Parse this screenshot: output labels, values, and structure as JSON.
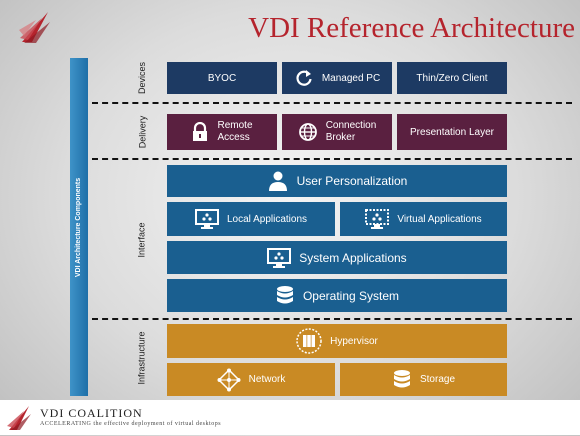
{
  "title": "VDI Reference Architecture",
  "side_label": "VDI Architecture Components",
  "layers": {
    "devices": "Devices",
    "delivery": "Delivery",
    "interface": "Interface",
    "infrastructure": "Infrastructure"
  },
  "devices": {
    "byoc": "BYOC",
    "managed_pc": "Managed PC",
    "thin_client": "Thin/Zero Client"
  },
  "delivery": {
    "remote_access_line1": "Remote",
    "remote_access_line2": "Access",
    "broker_line1": "Connection",
    "broker_line2": "Broker",
    "presentation": "Presentation Layer"
  },
  "interface": {
    "user_personalization": "User Personalization",
    "local_apps": "Local Applications",
    "virtual_apps": "Virtual Applications",
    "system_apps": "System Applications",
    "os": "Operating System"
  },
  "infrastructure": {
    "hypervisor": "Hypervisor",
    "network": "Network",
    "storage": "Storage"
  },
  "footer": {
    "org": "VDI COALITION",
    "tagline": "ACCELERATING the effective deployment of virtual desktops"
  },
  "colors": {
    "title": "#b5242d",
    "devices": "#1d3a63",
    "delivery": "#5a2040",
    "interface": "#1a5f90",
    "infrastructure": "#c98a24",
    "side_bar": "#2a7fba"
  }
}
